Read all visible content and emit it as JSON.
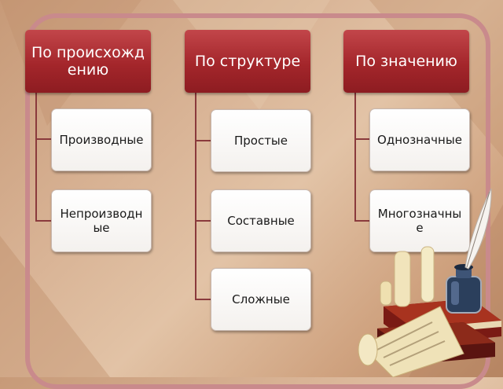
{
  "columns": [
    {
      "header": "По происхождению",
      "items": [
        "Производные",
        "Непроизводные"
      ]
    },
    {
      "header": "По структуре",
      "items": [
        "Простые",
        "Составные",
        "Сложные"
      ]
    },
    {
      "header": "По значению",
      "items": [
        "Однозначные",
        "Многозначные"
      ]
    }
  ],
  "illustration": "quill-inkwell-books-scroll"
}
